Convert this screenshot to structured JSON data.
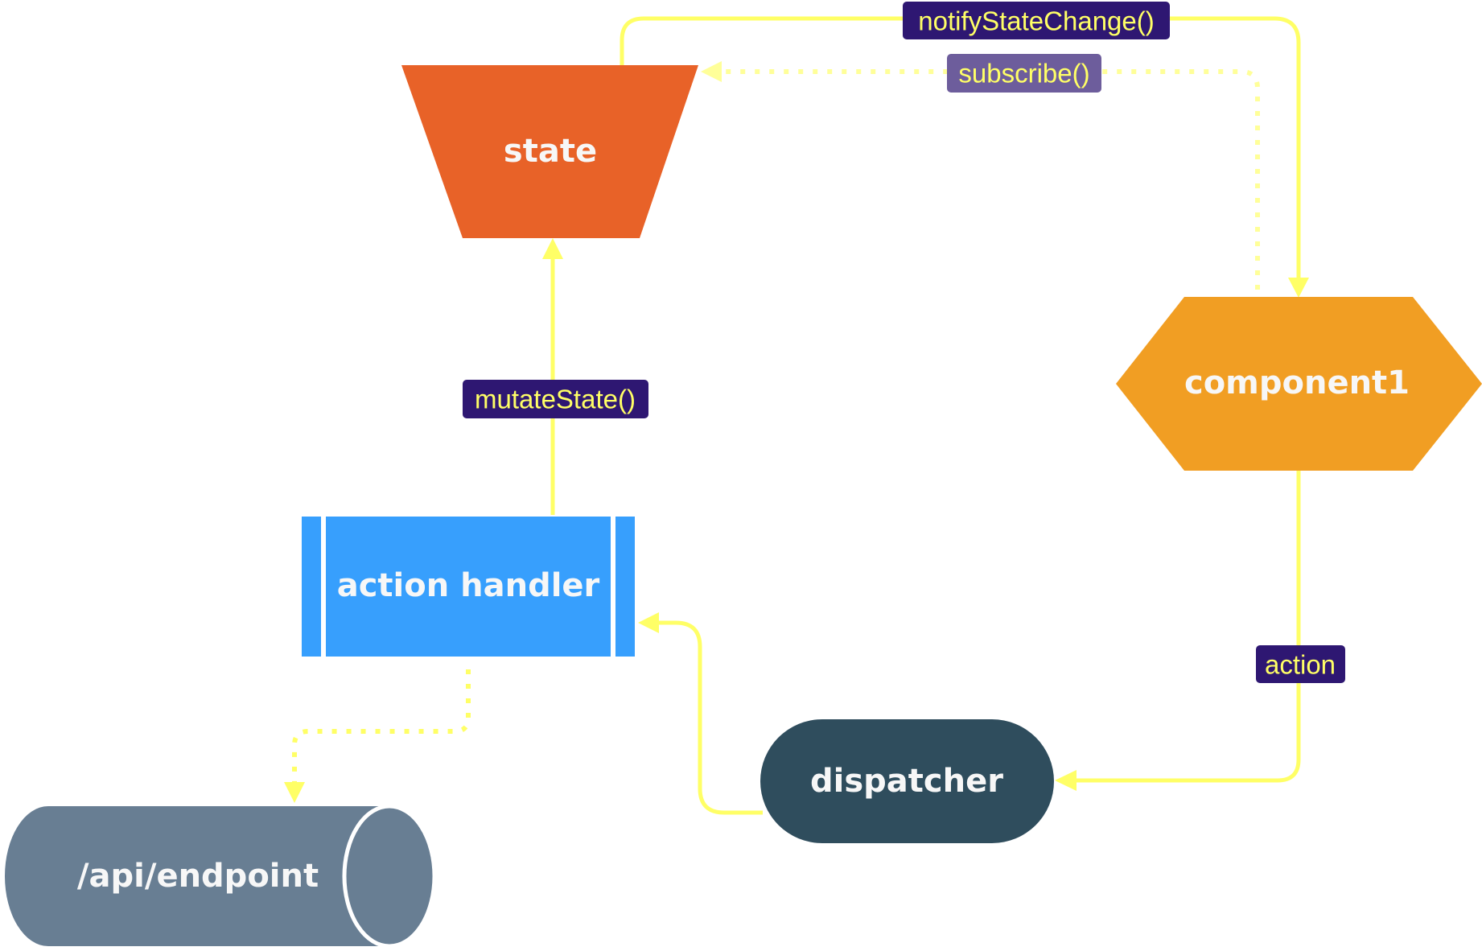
{
  "diagram": {
    "nodes": {
      "state": {
        "label": "state",
        "shape": "trapezoid",
        "color": "#e86228"
      },
      "component1": {
        "label": "component1",
        "shape": "hexagon",
        "color": "#f19e23"
      },
      "action_handler": {
        "label": "action handler",
        "shape": "subroutine",
        "color": "#379ffd"
      },
      "dispatcher": {
        "label": "dispatcher",
        "shape": "stadium",
        "color": "#2f4d5d"
      },
      "api_endpoint": {
        "label": "/api/endpoint",
        "shape": "cylinder",
        "color": "#687e93"
      }
    },
    "edges": [
      {
        "from": "state",
        "to": "component1",
        "label": "notifyStateChange()",
        "style": "solid",
        "label_bg": "#2e1772"
      },
      {
        "from": "component1",
        "to": "state",
        "label": "subscribe()",
        "style": "dotted",
        "label_bg": "#6d5d9c"
      },
      {
        "from": "action_handler",
        "to": "state",
        "label": "mutateState()",
        "style": "solid",
        "label_bg": "#2e1772"
      },
      {
        "from": "component1",
        "to": "dispatcher",
        "label": "action",
        "style": "solid",
        "label_bg": "#2e1772"
      },
      {
        "from": "dispatcher",
        "to": "action_handler",
        "label": "",
        "style": "solid"
      },
      {
        "from": "action_handler",
        "to": "api_endpoint",
        "label": "",
        "style": "dotted"
      }
    ],
    "edge_color": "#ffff66",
    "edge_label_text_color": "#ffff66",
    "node_text_color": "#f7f7f7"
  }
}
